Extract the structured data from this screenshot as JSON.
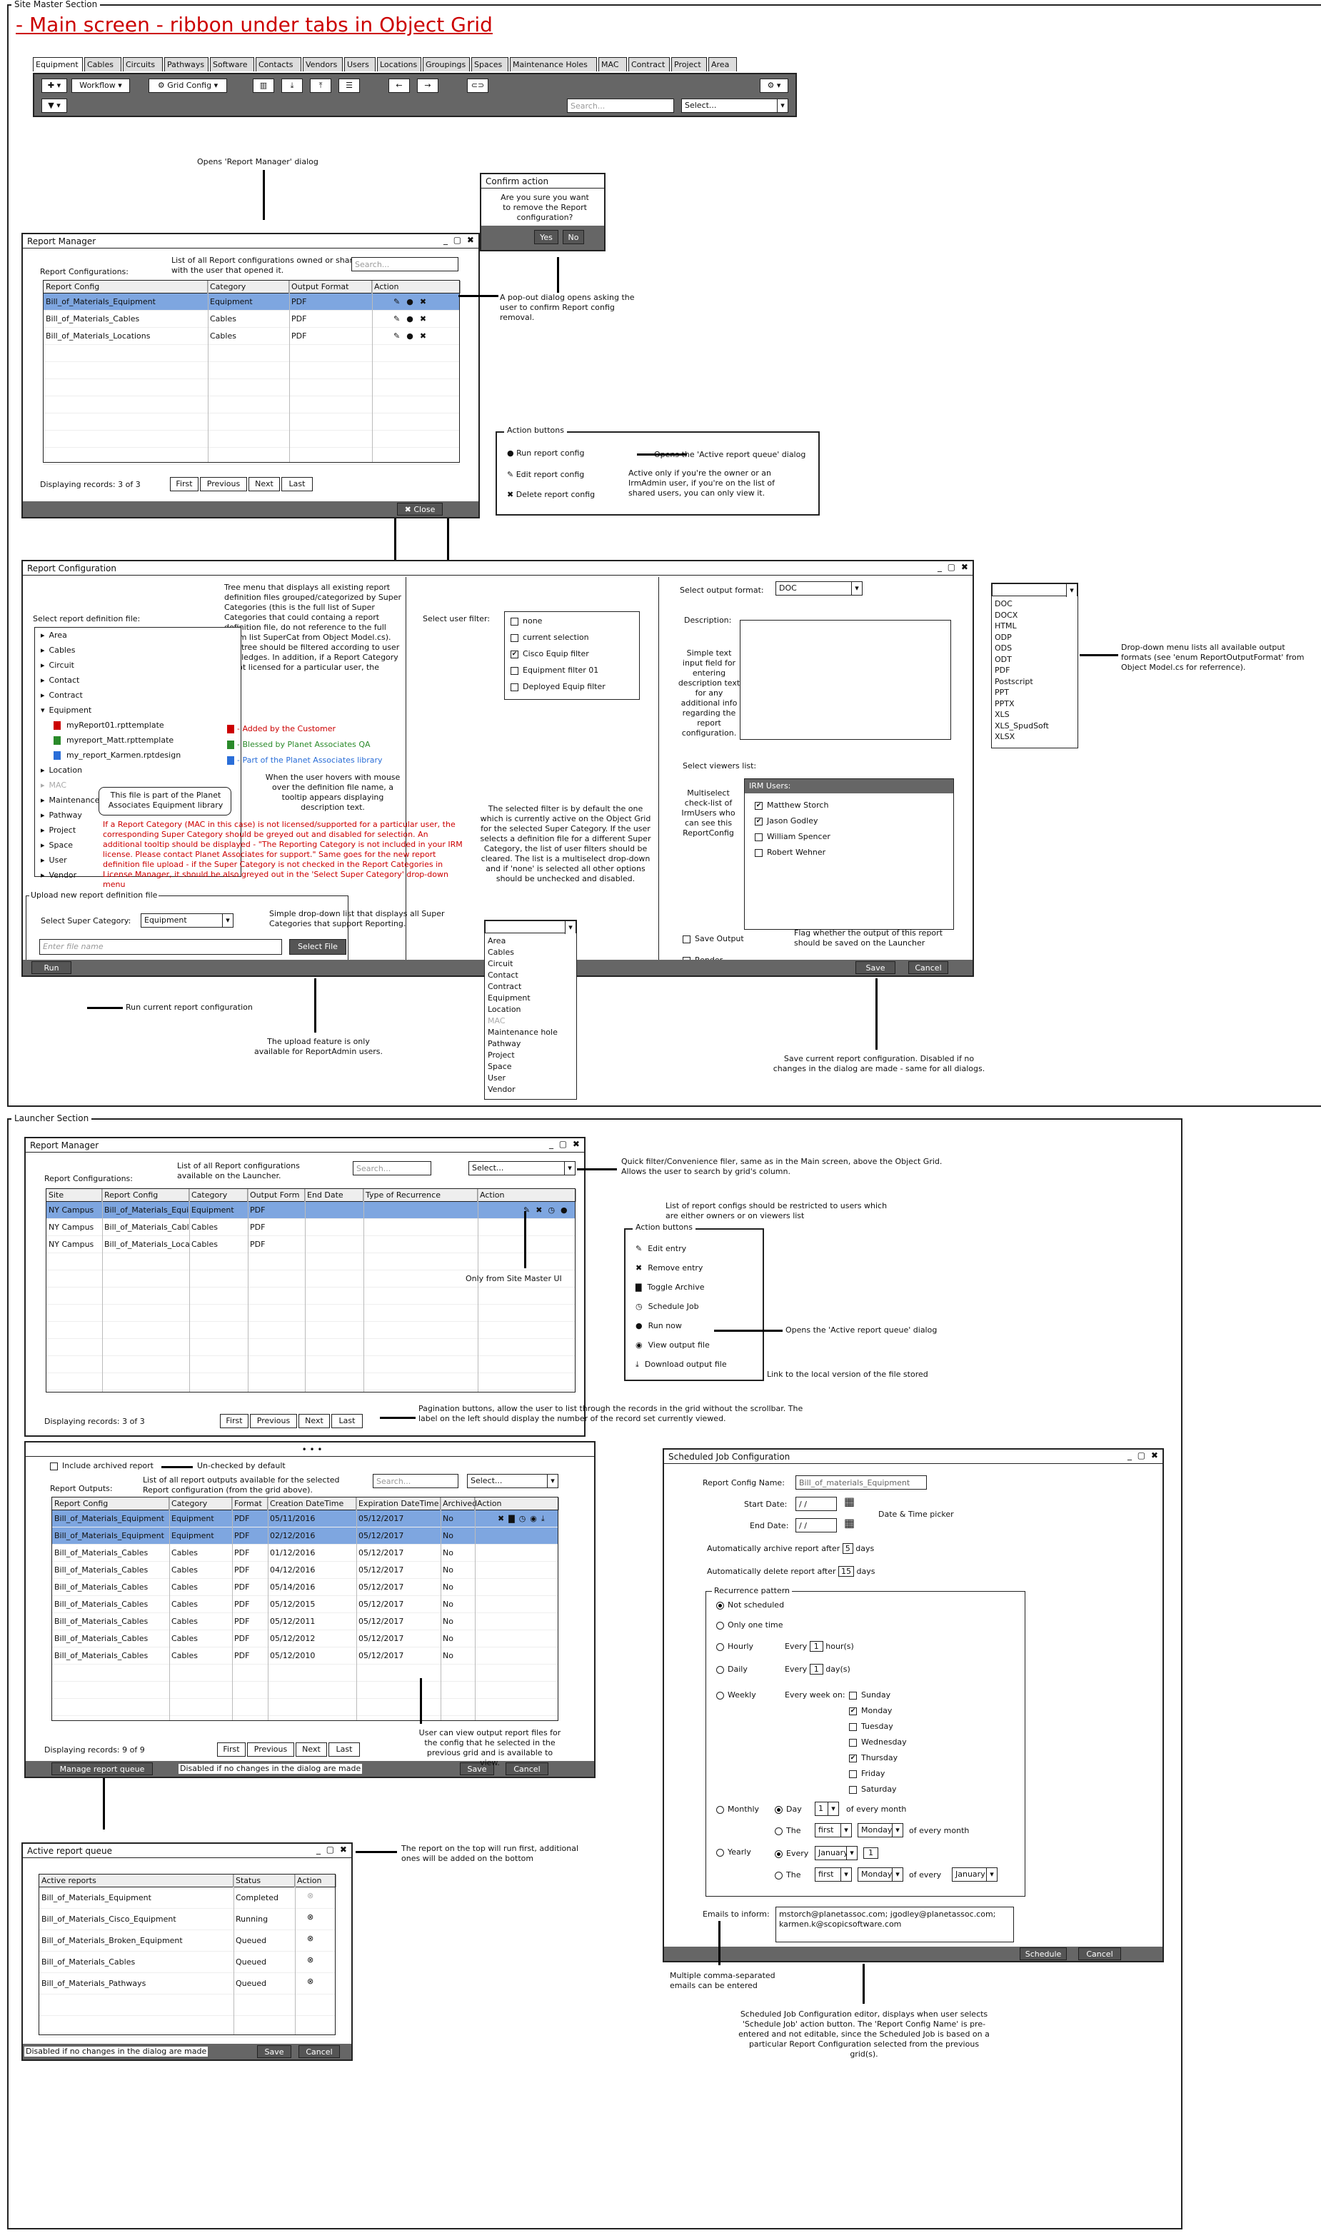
{
  "site_master": {
    "section_label": "Site Master Section",
    "page_title": "- Main screen - ribbon under tabs in Object Grid",
    "tabs": [
      "Equipment",
      "Cables",
      "Circuits",
      "Pathways",
      "Software",
      "Contacts",
      "Vendors",
      "Users",
      "Locations",
      "Groupings",
      "Spaces",
      "Maintenance Holes",
      "MAC",
      "Contract",
      "Project",
      "Area"
    ],
    "toolbar": {
      "workflow": "Workflow",
      "grid_config": "Grid Config",
      "search_placeholder": "Search...",
      "select_placeholder": "Select..."
    },
    "opens_report_manager": "Opens 'Report Manager' dialog",
    "confirm": {
      "title": "Confirm action",
      "text": "Are you sure you want to remove the Report configuration?",
      "yes": "Yes",
      "no": "No"
    },
    "popout_note": "A pop-out dialog opens asking the user to confirm Report config removal.",
    "report_manager": {
      "title": "Report Manager",
      "configs_label": "Report Configurations:",
      "configs_note": "List of all Report configurations owned or shared with the user that opened it.",
      "search": "Search...",
      "columns": [
        "Report Config",
        "Category",
        "Output Format",
        "Action"
      ],
      "rows": [
        [
          "Bill_of_Materials_Equipment",
          "Equipment",
          "PDF"
        ],
        [
          "Bill_of_Materials_Cables",
          "Cables",
          "PDF"
        ],
        [
          "Bill_of_Materials_Locations",
          "Cables",
          "PDF"
        ]
      ],
      "records": "Displaying records: 3 of 3",
      "pager": [
        "First",
        "Previous",
        "Next",
        "Last"
      ],
      "close": "Close"
    },
    "action_buttons": {
      "title": "Action buttons",
      "run": "Run report config",
      "run_note": "Opens the 'Active report queue' dialog",
      "edit": "Edit report config",
      "delete": "Delete report config",
      "note": "Active only if you're the owner or an IrmAdmin user, if you're on the list of shared users, you can only view it."
    },
    "report_configuration": {
      "title": "Report Configuration",
      "tree_note": "Tree menu that displays all existing report definition files grouped/categorized by Super Categories (this is the full list of Super Categories that could containg a report definition file, do not reference to the full enum list SuperCat from Object Model.cs). The tree should be filtered according to user priviledges. In addition, if a Report Category is not licensed for a particular user, the",
      "select_def_label": "Select report definition file:",
      "tree": [
        "Area",
        "Cables",
        "Circuit",
        "Contact",
        "Contract",
        "Equipment",
        "Location",
        "MAC",
        "Maintenance hole",
        "Pathway",
        "Project",
        "Space",
        "User",
        "Vendor"
      ],
      "tree_files": [
        "myReport01.rpttemplate",
        "myreport_Matt.rpttemplate",
        "my_report_Karmen.rptdesign"
      ],
      "legend_customer": "- Added by the Customer",
      "legend_qa": "- Blessed by Planet Associates QA",
      "legend_lib": "- Part of the Planet Associates library",
      "tooltip": "This file is part of the Planet Associates Equipment library",
      "tooltip_note": "When the user hovers with mouse over the definition file name, a tooltip appears displaying description text.",
      "license_note": "If a Report Category (MAC in this case) is not licensed/supported for a particular user, the corresponding Super Category should be greyed out and disabled for selection. An additional tooltip should be displayed - \"The Reporting Category is not included in your IRM license. Please contact Planet Associates for support.\" Same goes for the new report definition file upload - if the Super Category is not checked in the Report Categories in License Manager, it should be also greyed out in the 'Select Super Category' drop-down menu",
      "upload_title": "Upload new report definition file",
      "super_cat_label": "Select Super Category:",
      "super_cat_value": "Equipment",
      "super_cat_note": "Simple drop-down list that displays all Super Categories that support Reporting.",
      "file_placeholder": "Enter file name",
      "select_file": "Select File",
      "user_filter_label": "Select user filter:",
      "filters": [
        "none",
        "current selection",
        "Cisco Equip filter",
        "Equipment filter 01",
        "Deployed Equip filter"
      ],
      "filter_note": "The selected filter is by default the one which is currently active on the Object Grid for the selected Super Category. If the user selects a definition file for a different Super Category, the list of user filters should be cleared. The list is a multiselect drop-down and if 'none' is selected all other options should be unchecked and disabled.",
      "output_label": "Select output format:",
      "output_value": "DOC",
      "formats": [
        "DOC",
        "DOCX",
        "HTML",
        "ODP",
        "ODS",
        "ODT",
        "PDF",
        "Postscript",
        "PPT",
        "PPTX",
        "XLS",
        "XLS_SpudSoft",
        "XLSX"
      ],
      "formats_note": "Drop-down menu lists all available output formats (see 'enum ReportOutputFormat' from Object Model.cs for referrence).",
      "desc_label": "Description:",
      "desc_note": "Simple text input field for entering description text for any additional info regarding the report configuration.",
      "viewers_label": "Select viewers list:",
      "viewers_note": "Multiselect check-list of IrmUsers who can see this ReportConfig",
      "irm_users": "IRM Users:",
      "users": [
        "Matthew Storch",
        "Jason Godley",
        "William Spencer",
        "Robert Wehner"
      ],
      "save_output": "Save Output",
      "save_output_note": "Flag whether the output of this report should be saved on the Launcher",
      "render": "Render",
      "run": "Run",
      "run_note": "Run current report configuration",
      "save": "Save",
      "cancel": "Cancel",
      "upload_note": "The upload feature is only available for ReportAdmin users.",
      "save_note": "Save current report configuration. Disabled if no changes in the dialog are made - same for all dialogs.",
      "supercat_list": [
        "Area",
        "Cables",
        "Circuit",
        "Contact",
        "Contract",
        "Equipment",
        "Location",
        "MAC",
        "Maintenance hole",
        "Pathway",
        "Project",
        "Space",
        "User",
        "Vendor"
      ]
    }
  },
  "launcher": {
    "section_label": "Launcher Section",
    "rm_title": "Report Manager",
    "configs_label": "Report Configurations:",
    "configs_note": "List of all Report configurations available on the Launcher.",
    "search": "Search...",
    "select": "Select...",
    "quick_filter_note": "Quick filter/Convenience filer, same as in the Main screen, above the Object Grid. Allows the user to search by grid's column.",
    "restrict_note": "List of report configs should be restricted to users which are either owners or on viewers list",
    "columns": [
      "Site",
      "Report Config",
      "Category",
      "Output Form",
      "End Date",
      "Type of Recurrence",
      "Action"
    ],
    "rows": [
      [
        "NY Campus",
        "Bill_of_Materials_Equipment",
        "Equipment",
        "PDF"
      ],
      [
        "NY Campus",
        "Bill_of_Materials_Cables",
        "Cables",
        "PDF"
      ],
      [
        "NY Campus",
        "Bill_of_Materials_Locations",
        "Cables",
        "PDF"
      ]
    ],
    "only_from": "Only from Site Master UI",
    "records": "Displaying records: 3 of 3",
    "pager": [
      "First",
      "Previous",
      "Next",
      "Last"
    ],
    "pager_note": "Pagination buttons, allow the user to list through the records in the grid without the scrollbar. The label on the left should display the number of the record set currently viewed.",
    "actions_title": "Action buttons",
    "actions": [
      "Edit entry",
      "Remove entry",
      "Toggle Archive",
      "Schedule Job",
      "Run now",
      "View output file",
      "Download output file"
    ],
    "run_now_note": "Opens the 'Active report queue' dialog",
    "view_note": "Link to the local version of the file stored",
    "include_archived": "Include archived report",
    "unchecked_note": "Un-checked by default",
    "outputs_label": "Report Outputs:",
    "outputs_note": "List of all report outputs available for the selected Report configuration (from the grid above).",
    "out_columns": [
      "Report Config",
      "Category",
      "Format",
      "Creation DateTime",
      "Expiration DateTime",
      "Archived",
      "Action"
    ],
    "out_rows": [
      [
        "Bill_of_Materials_Equipment",
        "Equipment",
        "PDF",
        "05/11/2016",
        "05/12/2017",
        "No"
      ],
      [
        "Bill_of_Materials_Equipment",
        "Equipment",
        "PDF",
        "02/12/2016",
        "05/12/2017",
        "No"
      ],
      [
        "Bill_of_Materials_Cables",
        "Cables",
        "PDF",
        "01/12/2016",
        "05/12/2017",
        "No"
      ],
      [
        "Bill_of_Materials_Cables",
        "Cables",
        "PDF",
        "04/12/2016",
        "05/12/2017",
        "No"
      ],
      [
        "Bill_of_Materials_Cables",
        "Cables",
        "PDF",
        "05/14/2016",
        "05/12/2017",
        "No"
      ],
      [
        "Bill_of_Materials_Cables",
        "Cables",
        "PDF",
        "05/12/2015",
        "05/12/2017",
        "No"
      ],
      [
        "Bill_of_Materials_Cables",
        "Cables",
        "PDF",
        "05/12/2011",
        "05/12/2017",
        "No"
      ],
      [
        "Bill_of_Materials_Cables",
        "Cables",
        "PDF",
        "05/12/2012",
        "05/12/2017",
        "No"
      ],
      [
        "Bill_of_Materials_Cables",
        "Cables",
        "PDF",
        "05/12/2010",
        "05/12/2017",
        "No"
      ]
    ],
    "out_records": "Displaying records: 9 of 9",
    "view_output_note": "User can view output report files for the config that he selected in the previous grid and is available to view.",
    "manage_queue": "Manage report queue",
    "disabled_note": "Disabled if no changes in the dialog are made",
    "save": "Save",
    "cancel": "Cancel",
    "queue_title": "Active report queue",
    "queue_note": "The report on the top will run first, additional ones will be added on the bottom",
    "queue_columns": [
      "Active reports",
      "Status",
      "Action"
    ],
    "queue_rows": [
      [
        "Bill_of_Materials_Equipment",
        "Completed"
      ],
      [
        "Bill_of_Materials_Cisco_Equipment",
        "Running"
      ],
      [
        "Bill_of_Materials_Broken_Equipment",
        "Queued"
      ],
      [
        "Bill_of_Materials_Cables",
        "Queued"
      ],
      [
        "Bill_of_Materials_Pathways",
        "Queued"
      ]
    ],
    "queue_disabled": "Disabled if no changes in the dialog are made",
    "sched": {
      "title": "Scheduled Job Configuration",
      "name_label": "Report Config Name:",
      "name_value": "Bill_of_materials_Equipment",
      "start_label": "Start Date:",
      "end_label": "End Date:",
      "date_value": "/ /",
      "picker_note": "Date & Time picker",
      "archive_pre": "Automatically archive report after",
      "archive_val": "5",
      "delete_pre": "Automatically delete report after",
      "delete_val": "15",
      "days": "days",
      "pattern_title": "Recurrence pattern",
      "not_scheduled": "Not scheduled",
      "only_one": "Only one time",
      "hourly": "Hourly",
      "every": "Every",
      "hours": "hour(s)",
      "daily": "Daily",
      "days2": "day(s)",
      "weekly": "Weekly",
      "every_week_on": "Every week on:",
      "weekdays": [
        "Sunday",
        "Monday",
        "Tuesday",
        "Wednesday",
        "Thursday",
        "Friday",
        "Saturday"
      ],
      "monthly": "Monthly",
      "day": "Day",
      "day_val": "1",
      "of_every_month": "of every month",
      "the": "The",
      "first": "first",
      "monday": "Monday",
      "yearly": "Yearly",
      "january": "January",
      "of_every": "of every",
      "emails_label": "Emails to inform:",
      "emails": "mstorch@planetassoc.com; jgodley@planetassoc.com; karmen.k@scopicsoftware.com",
      "schedule": "Schedule",
      "cancel": "Cancel",
      "multi_note": "Multiple comma-separated emails can be entered",
      "editor_note": "Scheduled Job Configuration editor, displays when user selects 'Schedule Job' action button. The 'Report Config Name' is pre-entered and not editable, since the Scheduled Job is based on a particular Report Configuration selected from the previous grid(s)."
    }
  }
}
